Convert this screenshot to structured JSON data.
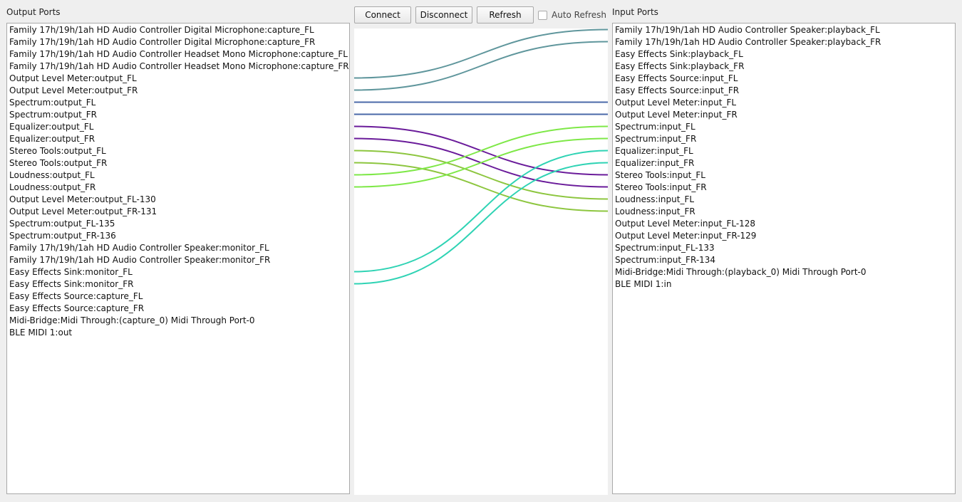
{
  "output_panel": {
    "title": "Output Ports",
    "ports": [
      "Family 17h/19h/1ah HD Audio Controller Digital Microphone:capture_FL",
      "Family 17h/19h/1ah HD Audio Controller Digital Microphone:capture_FR",
      "Family 17h/19h/1ah HD Audio Controller Headset Mono Microphone:capture_FL",
      "Family 17h/19h/1ah HD Audio Controller Headset Mono Microphone:capture_FR",
      "Output Level Meter:output_FL",
      "Output Level Meter:output_FR",
      "Spectrum:output_FL",
      "Spectrum:output_FR",
      "Equalizer:output_FL",
      "Equalizer:output_FR",
      "Stereo Tools:output_FL",
      "Stereo Tools:output_FR",
      "Loudness:output_FL",
      "Loudness:output_FR",
      "Output Level Meter:output_FL-130",
      "Output Level Meter:output_FR-131",
      "Spectrum:output_FL-135",
      "Spectrum:output_FR-136",
      "Family 17h/19h/1ah HD Audio Controller Speaker:monitor_FL",
      "Family 17h/19h/1ah HD Audio Controller Speaker:monitor_FR",
      "Easy Effects Sink:monitor_FL",
      "Easy Effects Sink:monitor_FR",
      "Easy Effects Source:capture_FL",
      "Easy Effects Source:capture_FR",
      "Midi-Bridge:Midi Through:(capture_0) Midi Through Port-0",
      "BLE MIDI 1:out"
    ]
  },
  "input_panel": {
    "title": "Input Ports",
    "ports": [
      "Family 17h/19h/1ah HD Audio Controller Speaker:playback_FL",
      "Family 17h/19h/1ah HD Audio Controller Speaker:playback_FR",
      "Easy Effects Sink:playback_FL",
      "Easy Effects Sink:playback_FR",
      "Easy Effects Source:input_FL",
      "Easy Effects Source:input_FR",
      "Output Level Meter:input_FL",
      "Output Level Meter:input_FR",
      "Spectrum:input_FL",
      "Spectrum:input_FR",
      "Equalizer:input_FL",
      "Equalizer:input_FR",
      "Stereo Tools:input_FL",
      "Stereo Tools:input_FR",
      "Loudness:input_FL",
      "Loudness:input_FR",
      "Output Level Meter:input_FL-128",
      "Output Level Meter:input_FR-129",
      "Spectrum:input_FL-133",
      "Spectrum:input_FR-134",
      "Midi-Bridge:Midi Through:(playback_0) Midi Through Port-0",
      "BLE MIDI 1:in"
    ]
  },
  "toolbar": {
    "connect_label": "Connect",
    "disconnect_label": "Disconnect",
    "refresh_label": "Refresh",
    "auto_refresh_label": "Auto Refresh",
    "auto_refresh_checked": false
  },
  "connections": [
    {
      "output": "Output Level Meter:output_FL",
      "input": "Family 17h/19h/1ah HD Audio Controller Speaker:playback_FL",
      "color": "#5f969c"
    },
    {
      "output": "Output Level Meter:output_FR",
      "input": "Family 17h/19h/1ah HD Audio Controller Speaker:playback_FR",
      "color": "#5f969c"
    },
    {
      "output": "Spectrum:output_FL",
      "input": "Output Level Meter:input_FL",
      "color": "#4a68a8"
    },
    {
      "output": "Spectrum:output_FR",
      "input": "Output Level Meter:input_FR",
      "color": "#4a68a8"
    },
    {
      "output": "Equalizer:output_FL",
      "input": "Stereo Tools:input_FL",
      "color": "#6a1b9a"
    },
    {
      "output": "Equalizer:output_FR",
      "input": "Stereo Tools:input_FR",
      "color": "#6a1b9a"
    },
    {
      "output": "Stereo Tools:output_FL",
      "input": "Loudness:input_FL",
      "color": "#8dc63f"
    },
    {
      "output": "Stereo Tools:output_FR",
      "input": "Loudness:input_FR",
      "color": "#8dc63f"
    },
    {
      "output": "Loudness:output_FL",
      "input": "Spectrum:input_FL",
      "color": "#7ee847"
    },
    {
      "output": "Loudness:output_FR",
      "input": "Spectrum:input_FR",
      "color": "#7ee847"
    },
    {
      "output": "Easy Effects Sink:monitor_FL",
      "input": "Equalizer:input_FL",
      "color": "#2fd3b4"
    },
    {
      "output": "Easy Effects Sink:monitor_FR",
      "input": "Equalizer:input_FR",
      "color": "#2fd3b4"
    }
  ]
}
